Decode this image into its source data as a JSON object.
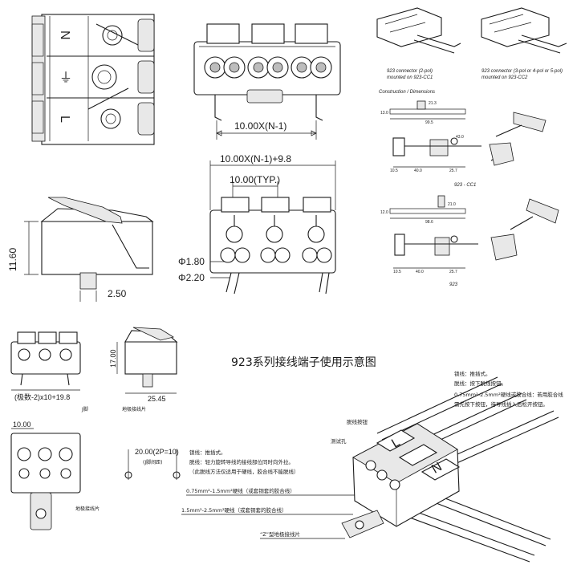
{
  "drawing": {
    "top_view_marks": {
      "neutral": "N",
      "ground": "⏚",
      "live": "L"
    },
    "front_view_width": "10.00X(N-1)",
    "side_view": {
      "height": "11.60",
      "width": "2.50"
    },
    "detail_view": {
      "overall": "10.00X(N-1)+9.8",
      "pitch": "10.00(TYP.)",
      "hole_1": "Φ1.80",
      "hole_2": "Φ2.20"
    },
    "accessory_panel": {
      "label_2pol": "923 connector (2-pol)",
      "label_2pol_sub": "mounted on 923-CC1",
      "label_345pol": "923 connector (3-pol or 4-pol or 5-pol)",
      "label_345pol_sub": "mounted on 923-CC2",
      "section_title": "Construction / Dimensions",
      "dims": [
        "21.3",
        "13.0",
        "99.5",
        "10.5",
        "40.0",
        "25.7",
        "43.0",
        "12.0",
        "21.0",
        "98.6",
        "10.5",
        "40.0",
        "25.7"
      ],
      "part_a": "923 - CC1",
      "part_b": "923"
    },
    "small_front": {
      "formula": "(极数-2)x10+19.8"
    },
    "small_side": {
      "height": "17.00",
      "width": "25.45",
      "j_pin": "J脚",
      "ground_label": "地极接线片"
    },
    "small_bottom": {
      "pitch": "10.00",
      "ground_label": "地极接线片"
    },
    "pcb_pattern": {
      "pitch": "20.00(2P=10)",
      "pin_spacing": "(J脚间距)"
    },
    "illustration": {
      "title": "923系列接线端子使用示意图",
      "notes_right": [
        "锁线：推插式。",
        "脱线：按下脱线按钮。",
        "0.75mm²-2.5mm²硬线或胶合线：若用胶合线",
        "需先按下按钮，待导线插入后松开按钮。"
      ],
      "release_button": "脱线按钮",
      "test_hole": "测试孔",
      "notes_left": [
        "锁线：推插式。",
        "脱线：轻力旋转导线的接线部位同时向外拉。",
        "（此脱线方法仅适用于硬线，胶合线不能脱线）"
      ],
      "wire_1": "0.75mm²-1.5mm²硬线（或套铜套的胶合线）",
      "wire_2": "1.5mm²-2.5mm²硬线（或套铜套的胶合线）",
      "ground_tab": "“Z”型地极接线片",
      "marks": {
        "live": "L",
        "neutral": "N"
      }
    }
  }
}
